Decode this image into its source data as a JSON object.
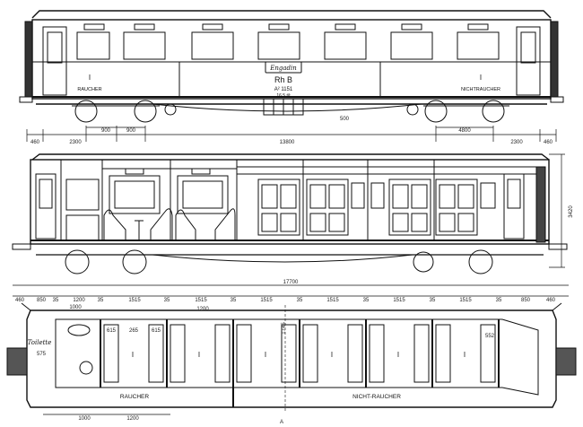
{
  "side_view": {
    "class_left": "I",
    "smoking_label": "RAUCHER",
    "nameplate": "Engadin",
    "railway": "Rh B",
    "number": "A² 1151",
    "tare": "16,5 t/t",
    "class_right": "I",
    "nonsmoking_label": "NICHTRAUCHER",
    "axle_note": "500"
  },
  "side_dimensions": [
    "460",
    "2300",
    "900",
    "900",
    "13800",
    "4800",
    "2300",
    "460"
  ],
  "height_dim": "3420",
  "plan_overall": "17700",
  "plan_segments": [
    "460",
    "850",
    "35",
    "1200",
    "35",
    "1515",
    "35",
    "1515",
    "35",
    "1515",
    "35",
    "1515",
    "35",
    "1515",
    "35",
    "1515",
    "35",
    "850",
    "460"
  ],
  "plan_notes": {
    "gangway_width": "1000",
    "bay_width": "1200",
    "seat_dims": [
      "615",
      "265",
      "615"
    ],
    "corridor": "1745",
    "door_width": "552",
    "toilet": "Toilette",
    "toilet_dim": "575",
    "bottom_left_dim": "1000",
    "bottom_mid_dim": "1200",
    "compartment_class": "I",
    "section_mark": "A"
  },
  "plan_smoking": "RAUCHER",
  "plan_nonsmoking": "NICHT-RAUCHER"
}
